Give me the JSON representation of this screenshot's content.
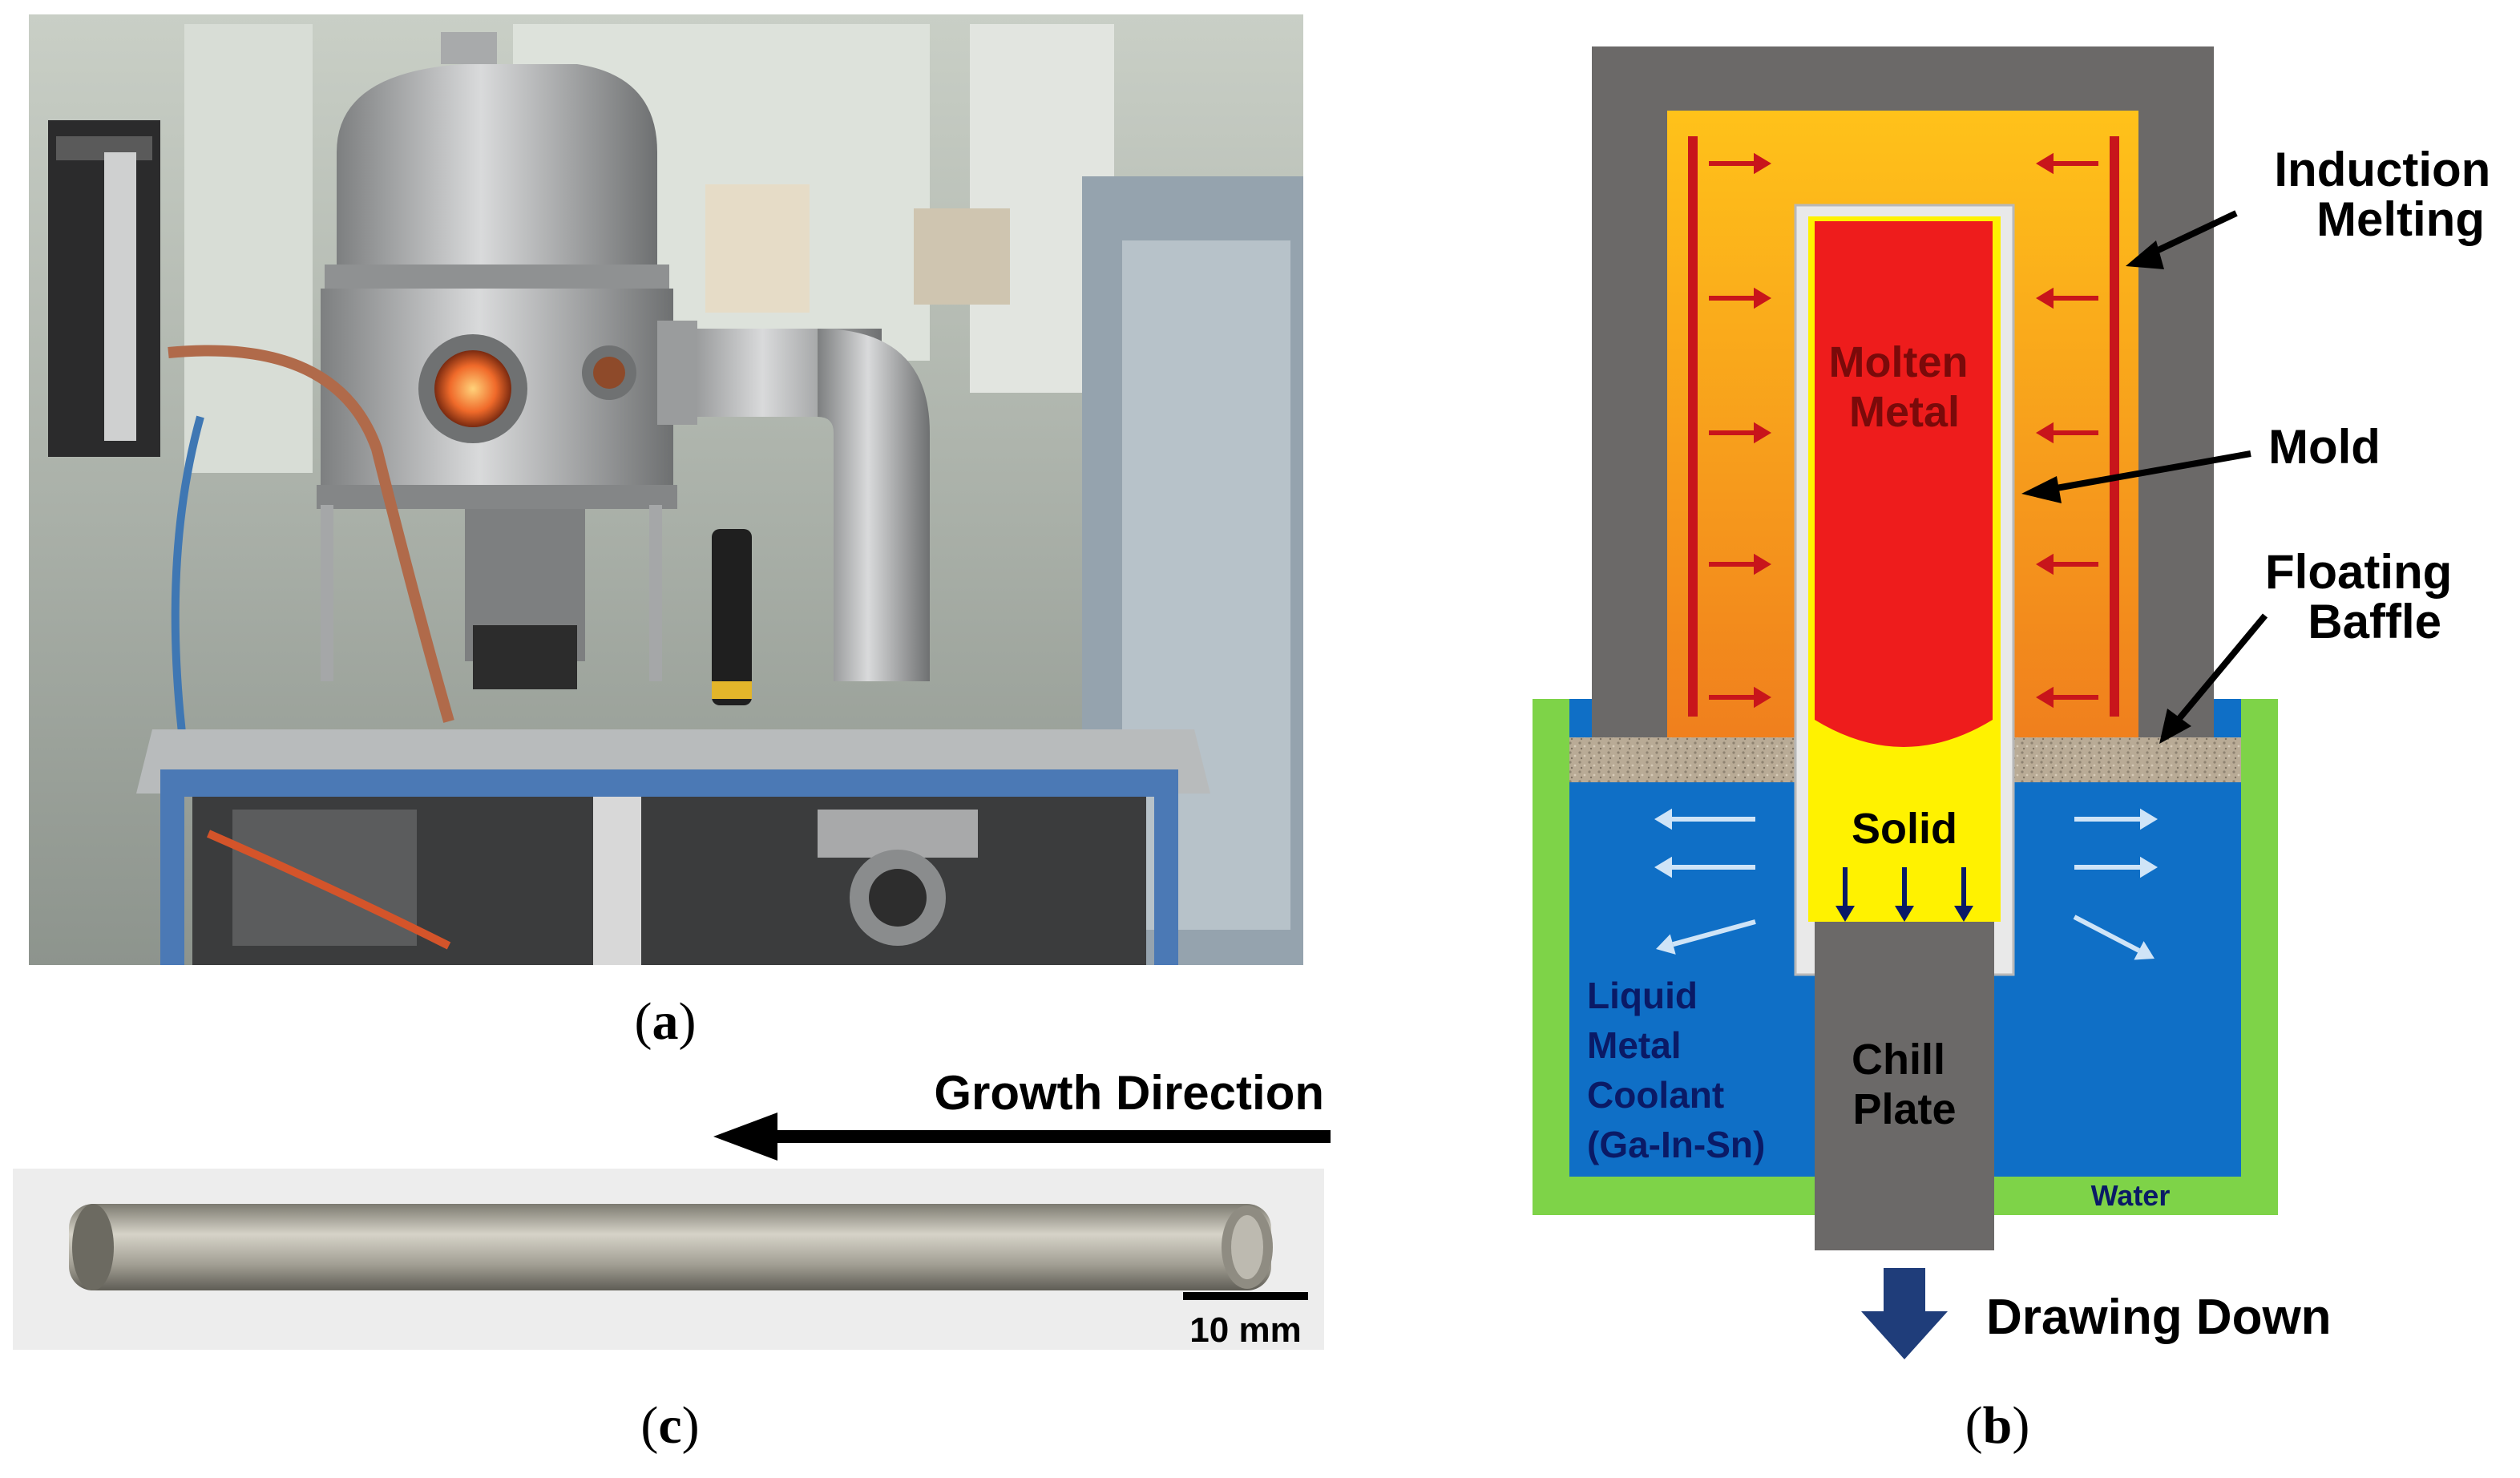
{
  "panels": {
    "a": {
      "caption_letter": "a",
      "description_icon": "photo-vacuum-furnace"
    },
    "b": {
      "caption_letter": "b",
      "labels": {
        "induction_line1": "Induction",
        "induction_line2": "Melting",
        "mold": "Mold",
        "floating_line1": "Floating",
        "floating_line2": "Baffle",
        "molten_line1": "Molten",
        "molten_line2": "Metal",
        "solid": "Solid",
        "coolant_line1": "Liquid",
        "coolant_line2": "Metal",
        "coolant_line3": "Coolant",
        "coolant_line4": "(Ga-In-Sn)",
        "chill_line1": "Chill",
        "chill_line2": "Plate",
        "water": "Water",
        "drawing_down": "Drawing Down"
      },
      "colors": {
        "furnace": "#6b6968",
        "heater_gradient_top": "#ffc21a",
        "heater_gradient_bottom": "#f07f1d",
        "coil": "#c8151b",
        "molten": "#ee1c1c",
        "solid": "#fff200",
        "coolant": "#0f6fc6",
        "water": "#7ed348",
        "chill_plate": "#6b6968",
        "baffle": "#b7a995",
        "mold": "#e6e6e6",
        "drawing_arrow": "#1f3d7a"
      }
    },
    "c": {
      "caption_letter": "c",
      "growth_direction": "Growth Direction",
      "scale_bar": "10 mm"
    }
  }
}
